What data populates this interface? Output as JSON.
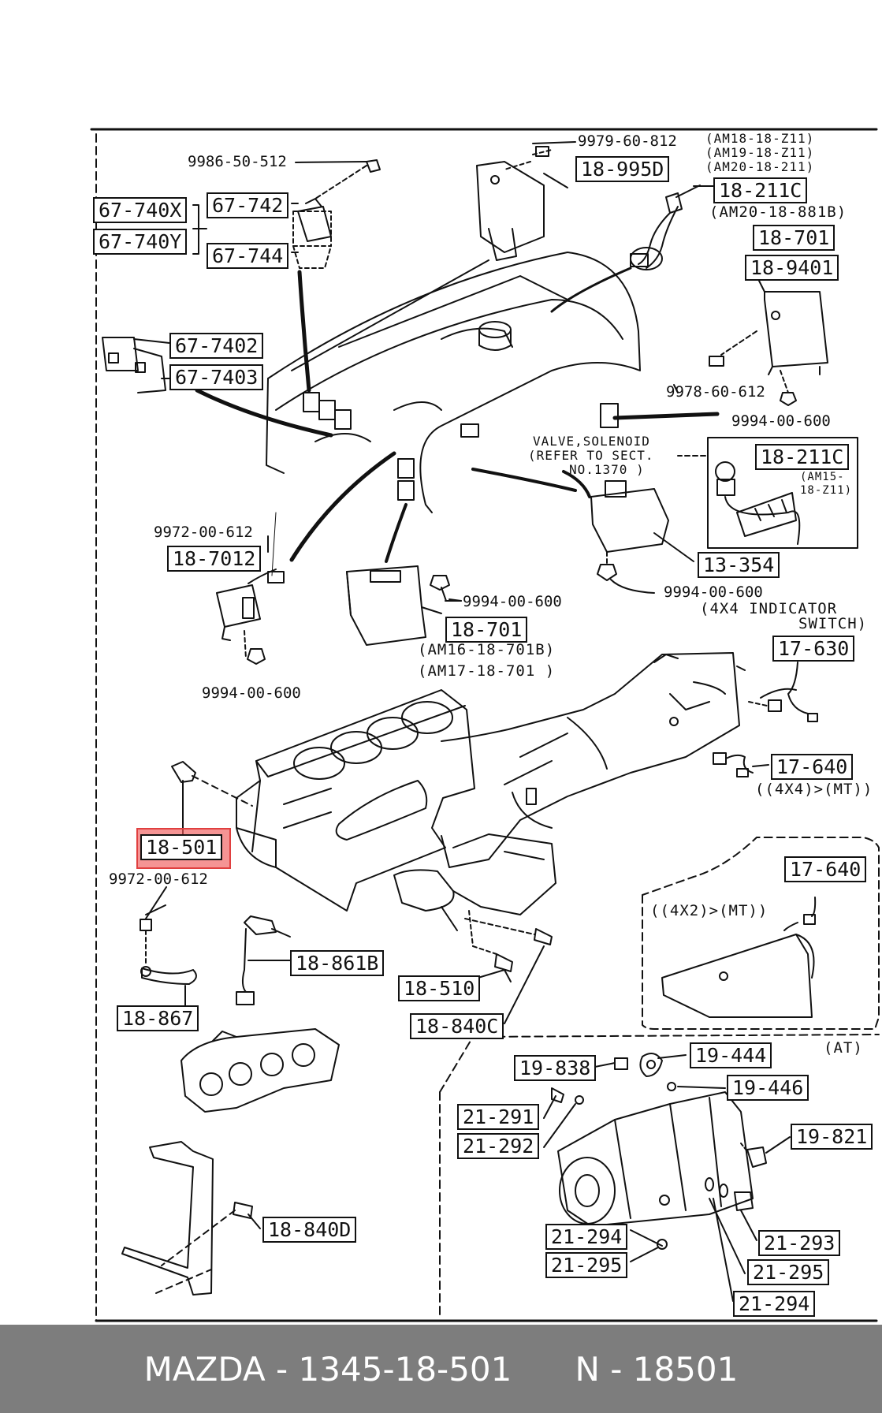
{
  "labels": {
    "p_9979_60_812": "9979-60-812",
    "p_18_995D": "18-995D",
    "n_am18": "(AM18-18-Z11)",
    "n_am19": "(AM19-18-Z11)",
    "n_am20": "(AM20-18-211)",
    "p_9986_50_512": "9986-50-512",
    "p_18_211C_a": "18-211C",
    "n_am20_881b": "(AM20-18-881B)",
    "p_67_740X": "67-740X",
    "p_67_742": "67-742",
    "p_67_740Y": "67-740Y",
    "p_67_744": "67-744",
    "p_18_701_a": "18-701",
    "p_18_9401": "18-9401",
    "p_67_7402": "67-7402",
    "p_67_7403": "67-7403",
    "p_9978_60_612": "9978-60-612",
    "p_9994_00_600_a": "9994-00-600",
    "n_valve1": "VALVE,SOLENOID",
    "n_valve2": "(REFER TO SECT.",
    "n_valve3": "NO.1370 )",
    "p_18_211C_b": "18-211C",
    "n_am15a": "(AM15-",
    "n_am15b": "18-Z11)",
    "p_9972_00_612_a": "9972-00-612",
    "p_18_7012": "18-7012",
    "p_13_354": "13-354",
    "p_9994_00_600_b": "9994-00-600",
    "p_9994_00_600_c": "9994-00-600",
    "n_4x4ind": "(4X4 INDICATOR",
    "n_switch": "SWITCH)",
    "p_18_701_b": "18-701",
    "n_am16": "(AM16-18-701B)",
    "n_am17": "(AM17-18-701 )",
    "p_17_630": "17-630",
    "p_9994_00_600_d": "9994-00-600",
    "p_17_640_a": "17-640",
    "n_4x4mt": "((4X4)>(MT))",
    "p_18_501": "18-501",
    "p_9972_00_612_b": "9972-00-612",
    "p_17_640_b": "17-640",
    "n_4x2mt": "((4X2)>(MT))",
    "p_18_861B": "18-861B",
    "p_18_510": "18-510",
    "p_18_867": "18-867",
    "p_18_840C": "18-840C",
    "n_at": "(AT)",
    "p_19_838": "19-838",
    "p_19_444": "19-444",
    "p_19_446": "19-446",
    "p_21_291": "21-291",
    "p_21_292": "21-292",
    "p_19_821": "19-821",
    "p_18_840D": "18-840D",
    "p_21_294_a": "21-294",
    "p_21_293": "21-293",
    "p_21_295_a": "21-295",
    "p_21_295_b": "21-295",
    "p_21_294_b": "21-294"
  },
  "highlight_part": "18-501",
  "footer": {
    "text": "MAZDA - 1345-18-501      N - 18501"
  },
  "colors": {
    "line": "#111111",
    "highlight": "#f05a5a",
    "footer_bg": "#7d7d7d",
    "footer_text": "#ffffff"
  }
}
